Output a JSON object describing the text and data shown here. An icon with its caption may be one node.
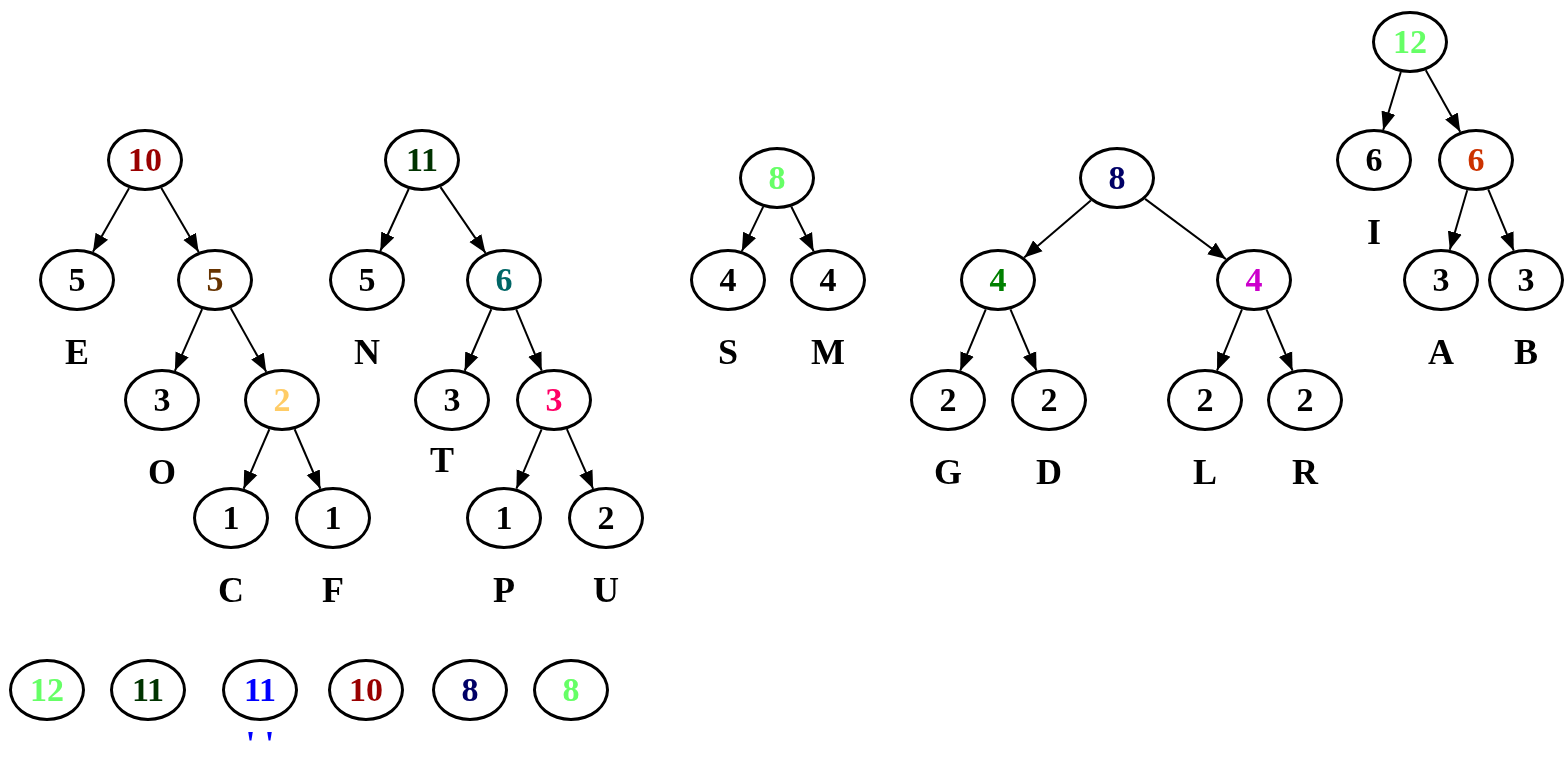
{
  "diagram": {
    "nodes": [
      {
        "text": [
          "10"
        ]
      },
      {
        "text": [
          "5"
        ],
        "beside": [
          "E"
        ]
      },
      {
        "text": [
          "5"
        ]
      },
      {
        "text": [
          "3"
        ],
        "beside": [
          "O"
        ]
      },
      {
        "text": [
          "2"
        ]
      },
      {
        "text": [
          "1"
        ],
        "beside": [
          "C"
        ]
      },
      {
        "text": [
          "1"
        ],
        "beside": [
          "F"
        ]
      },
      {
        "text": [
          "11"
        ]
      },
      {
        "text": [
          "5"
        ],
        "beside": [
          "N"
        ]
      },
      {
        "text": [
          "6"
        ]
      },
      {
        "text": [
          "3"
        ],
        "beside": [
          "T"
        ]
      },
      {
        "text": [
          "3"
        ]
      },
      {
        "text": [
          "1"
        ],
        "beside": [
          "P"
        ]
      },
      {
        "text": [
          "2"
        ],
        "beside": [
          "U"
        ]
      },
      {
        "text": [
          "8"
        ]
      },
      {
        "text": [
          "4"
        ],
        "beside": [
          "S"
        ]
      },
      {
        "text": [
          "4"
        ],
        "beside": [
          "M"
        ]
      },
      {
        "text": [
          "8"
        ]
      },
      {
        "text": [
          "4"
        ]
      },
      {
        "text": [
          "4"
        ]
      },
      {
        "text": [
          "2"
        ],
        "beside": [
          "G"
        ]
      },
      {
        "text": [
          "2"
        ],
        "beside": [
          "D"
        ]
      },
      {
        "text": [
          "2"
        ],
        "beside": [
          "L"
        ]
      },
      {
        "text": [
          "2"
        ],
        "beside": [
          "R"
        ]
      },
      {
        "text": [
          "12"
        ]
      },
      {
        "text": [
          "6"
        ],
        "beside": [
          "I"
        ]
      },
      {
        "text": [
          "6"
        ]
      },
      {
        "text": [
          "3"
        ],
        "beside": [
          "A"
        ]
      },
      {
        "text": [
          "3"
        ],
        "beside": [
          "B"
        ]
      },
      {
        "text": [
          "12"
        ]
      },
      {
        "text": [
          "11"
        ]
      },
      {
        "text": [
          "11"
        ],
        "beside": [
          "' '"
        ]
      },
      {
        "text": [
          "10"
        ]
      },
      {
        "text": [
          "8"
        ]
      },
      {
        "text": [
          "8"
        ]
      }
    ],
    "edges": [
      {
        "from": 0,
        "to": 1,
        "arrow": "to"
      },
      {
        "from": 0,
        "to": 2,
        "arrow": "to"
      },
      {
        "from": 2,
        "to": 3,
        "arrow": "to"
      },
      {
        "from": 2,
        "to": 4,
        "arrow": "to"
      },
      {
        "from": 4,
        "to": 5,
        "arrow": "to"
      },
      {
        "from": 4,
        "to": 6,
        "arrow": "to"
      },
      {
        "from": 7,
        "to": 8,
        "arrow": "to"
      },
      {
        "from": 7,
        "to": 9,
        "arrow": "to"
      },
      {
        "from": 9,
        "to": 10,
        "arrow": "to"
      },
      {
        "from": 9,
        "to": 11,
        "arrow": "to"
      },
      {
        "from": 11,
        "to": 12,
        "arrow": "to"
      },
      {
        "from": 11,
        "to": 13,
        "arrow": "to"
      },
      {
        "from": 14,
        "to": 15,
        "arrow": "to"
      },
      {
        "from": 14,
        "to": 16,
        "arrow": "to"
      },
      {
        "from": 17,
        "to": 18,
        "arrow": "to"
      },
      {
        "from": 17,
        "to": 19,
        "arrow": "to"
      },
      {
        "from": 18,
        "to": 20,
        "arrow": "to"
      },
      {
        "from": 18,
        "to": 21,
        "arrow": "to"
      },
      {
        "from": 19,
        "to": 22,
        "arrow": "to"
      },
      {
        "from": 19,
        "to": 23,
        "arrow": "to"
      },
      {
        "from": 24,
        "to": 25,
        "arrow": "to"
      },
      {
        "from": 24,
        "to": 26,
        "arrow": "to"
      },
      {
        "from": 26,
        "to": 27,
        "arrow": "to"
      },
      {
        "from": 26,
        "to": 28,
        "arrow": "to"
      }
    ]
  }
}
